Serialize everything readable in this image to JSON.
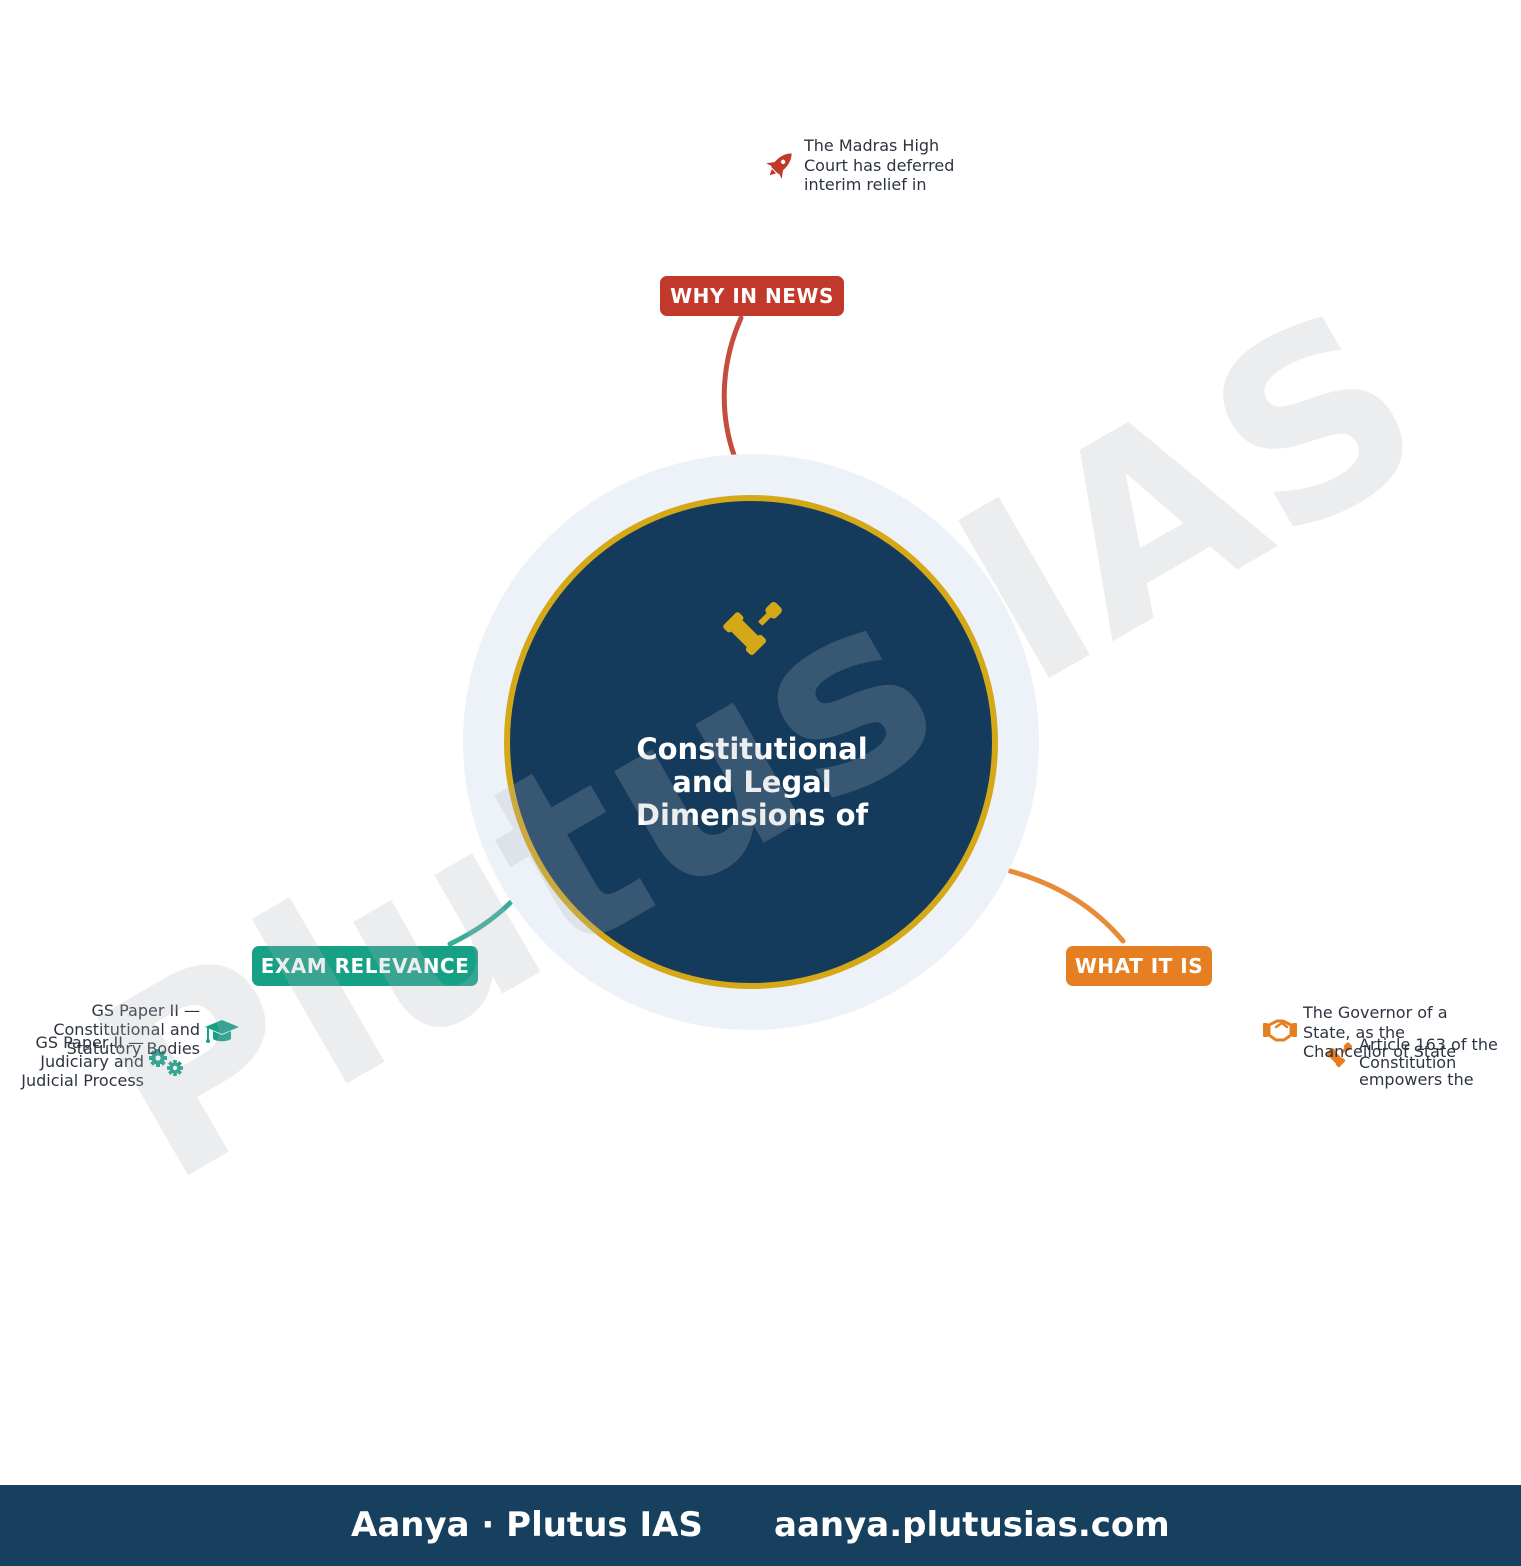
{
  "colors": {
    "navy": "#143b5c",
    "gold": "#d4a817",
    "halo": "#edf2f8",
    "why_in_news": "#c0392b",
    "what_it_is": "#e67e22",
    "exam_relevance": "#16a085",
    "footer_bg": "#17405e",
    "text": "#2d3440"
  },
  "center": {
    "icon": "gavel-icon",
    "title_lines": [
      "Constitutional",
      "and Legal",
      "Dimensions of"
    ]
  },
  "watermark": "Plutus IAS",
  "branches": {
    "why_in_news": {
      "label": "WHY IN NEWS",
      "leaves": [
        {
          "icon": "rocket-icon",
          "lines": [
            "The Madras High",
            "Court has deferred",
            "interim relief in"
          ]
        }
      ]
    },
    "what_it_is": {
      "label": "WHAT IT IS",
      "leaves": [
        {
          "icon": "handshake-icon",
          "lines": [
            "The Governor of a",
            "State, as the",
            "Chancellor of State"
          ]
        },
        {
          "icon": "gavel-icon",
          "lines": [
            "Article 163 of the",
            "Constitution",
            "empowers the"
          ]
        }
      ]
    },
    "exam_relevance": {
      "label": "EXAM RELEVANCE",
      "leaves": [
        {
          "icon": "graduation-cap-icon",
          "lines": [
            "GS Paper II —",
            "Constitutional and",
            "Statutory Bodies"
          ]
        },
        {
          "icon": "gears-icon",
          "lines": [
            "GS Paper II —",
            "Judiciary and",
            "Judicial Process"
          ]
        }
      ]
    }
  },
  "footer": {
    "brand": "Aanya · Plutus IAS",
    "url": "aanya.plutusias.com"
  }
}
